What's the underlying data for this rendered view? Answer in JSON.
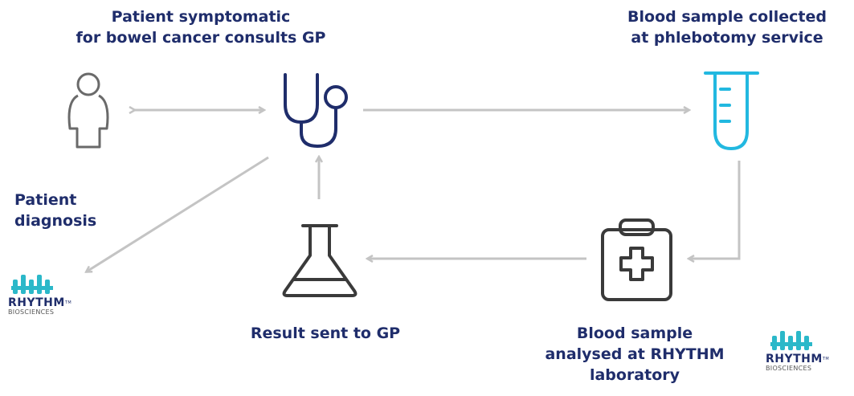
{
  "labels": {
    "gp_line1": "Patient symptomatic",
    "gp_line2": "for bowel cancer consults GP",
    "blood_line1": "Blood sample collected",
    "blood_line2": "at phlebotomy service",
    "diagnosis_line1": "Patient",
    "diagnosis_line2": "diagnosis",
    "result": "Result sent to GP",
    "lab_line1": "Blood sample",
    "lab_line2": "analysed at RHYTHM",
    "lab_line3": "laboratory"
  },
  "logo": {
    "wordmark": "RHYTHM",
    "tm": "TM",
    "subtext": "BIOSCIENCES"
  },
  "colors": {
    "text": "#1f2d6b",
    "arrow": "#c4c4c4",
    "stethoscope": "#1f2d6b",
    "test_tube": "#22b8e0",
    "icon_dark": "#3a3a3a",
    "person": "#6a6a6a",
    "logo_teal": "#2bb8c9"
  },
  "icons": [
    "person-icon",
    "stethoscope-icon",
    "test-tube-icon",
    "clipboard-medical-icon",
    "flask-icon"
  ]
}
